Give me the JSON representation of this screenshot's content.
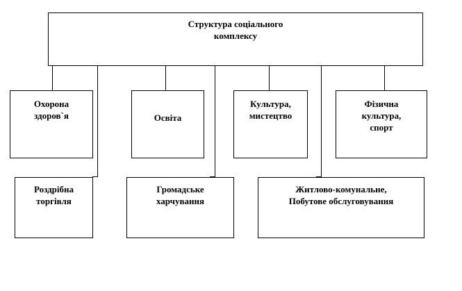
{
  "root": {
    "line1": "Структура  соціального",
    "line2": "комплексу"
  },
  "upper_row": [
    {
      "line1": "Охорона",
      "line2": "здоров`я"
    },
    {
      "line1": "Освіта",
      "line2": ""
    },
    {
      "line1": "Культура,",
      "line2": "мистецтво"
    },
    {
      "line1": "Фізична",
      "line2": "культура,",
      "line3": "спорт"
    }
  ],
  "lower_row": [
    {
      "line1": "Роздрібна",
      "line2": "торгівля"
    },
    {
      "line1": "Громадське",
      "line2": "харчування"
    },
    {
      "line1": "Житлово-комунальне,",
      "line2": "Побутове обслуговування"
    }
  ]
}
